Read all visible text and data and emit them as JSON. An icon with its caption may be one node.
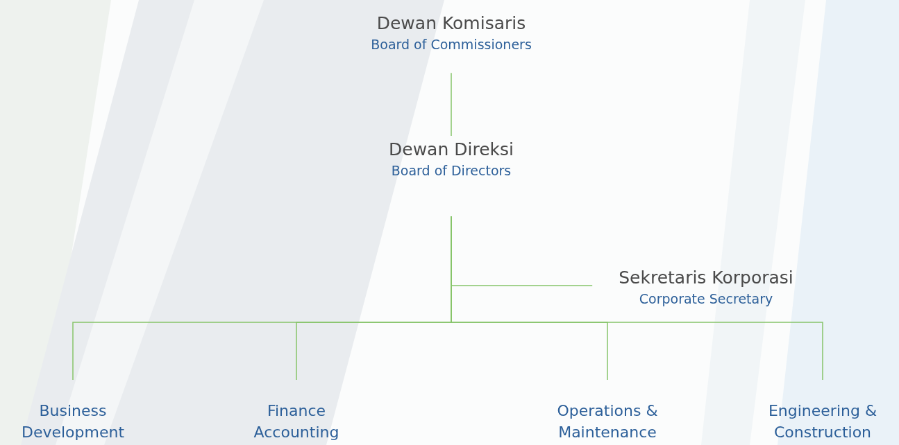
{
  "diagram": {
    "nodes": [
      {
        "text": [
          "Dewan Komisaris",
          "Board of Commissioners"
        ]
      },
      {
        "text": [
          "Dewan Direksi",
          "Board of Directors"
        ]
      },
      {
        "text": [
          "Sekretaris Korporasi",
          "Corporate Secretary"
        ]
      },
      {
        "text": [
          "Business Development"
        ]
      },
      {
        "text": [
          "Finance Accounting"
        ]
      },
      {
        "text": [
          "Operations & Maintenance"
        ]
      },
      {
        "text": [
          "Engineering & Construction"
        ]
      }
    ],
    "edges": [
      {
        "from": 0,
        "to": 1,
        "arrow": "none"
      },
      {
        "from": 1,
        "to": 2,
        "arrow": "none"
      },
      {
        "from": 1,
        "to": 3,
        "arrow": "none"
      },
      {
        "from": 1,
        "to": 4,
        "arrow": "none"
      },
      {
        "from": 1,
        "to": 5,
        "arrow": "none"
      },
      {
        "from": 1,
        "to": 6,
        "arrow": "none"
      }
    ]
  }
}
